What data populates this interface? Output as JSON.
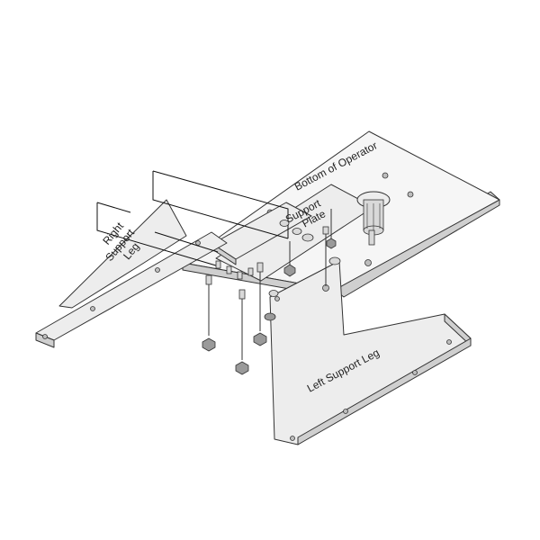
{
  "labels": {
    "bottom_of_operator": "Bottom of Operator",
    "support_plate_line1": "Support",
    "support_plate_line2": "Plate",
    "right_leg_line1": "Right",
    "right_leg_line2": "Support",
    "right_leg_line3": "Leg",
    "left_support_leg": "Left Support Leg"
  }
}
